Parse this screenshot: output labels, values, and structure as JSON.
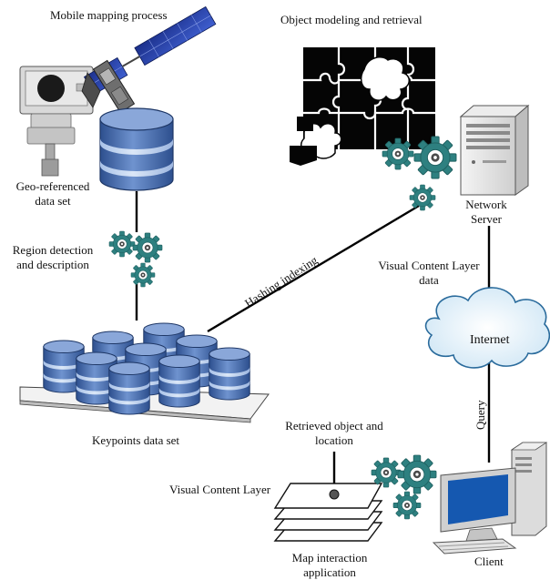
{
  "labels": {
    "mobile_mapping": "Mobile mapping process",
    "object_modeling": "Object modeling and retrieval",
    "geo_line1": "Geo-referenced",
    "geo_line2": "data set",
    "region_line1": "Region detection",
    "region_line2": "and description",
    "hashing": "Hashing indexing",
    "network_line1": "Network",
    "network_line2": "Server",
    "vcl_line1": "Visual Content Layer",
    "vcl_line2": "data",
    "internet": "Internet",
    "keypoints": "Keypoints data set",
    "query": "Query",
    "retrieved_line1": "Retrieved object and",
    "retrieved_line2": "location",
    "visual_layer": "Visual Content Layer",
    "map_line1": "Map interaction",
    "map_line2": "application",
    "client": "Client"
  },
  "icons": [
    "camera-icon",
    "satellite-icon",
    "database-icon",
    "gear-icon",
    "puzzle-icon",
    "server-icon",
    "cloud-icon",
    "computer-icon",
    "layers-icon"
  ],
  "colors": {
    "database_blue": "#5b82c3",
    "database_dark": "#2c4f8f",
    "gear_teal": "#2e7f7f",
    "cloud_blue": "#e6f3fb",
    "line": "#000000"
  }
}
